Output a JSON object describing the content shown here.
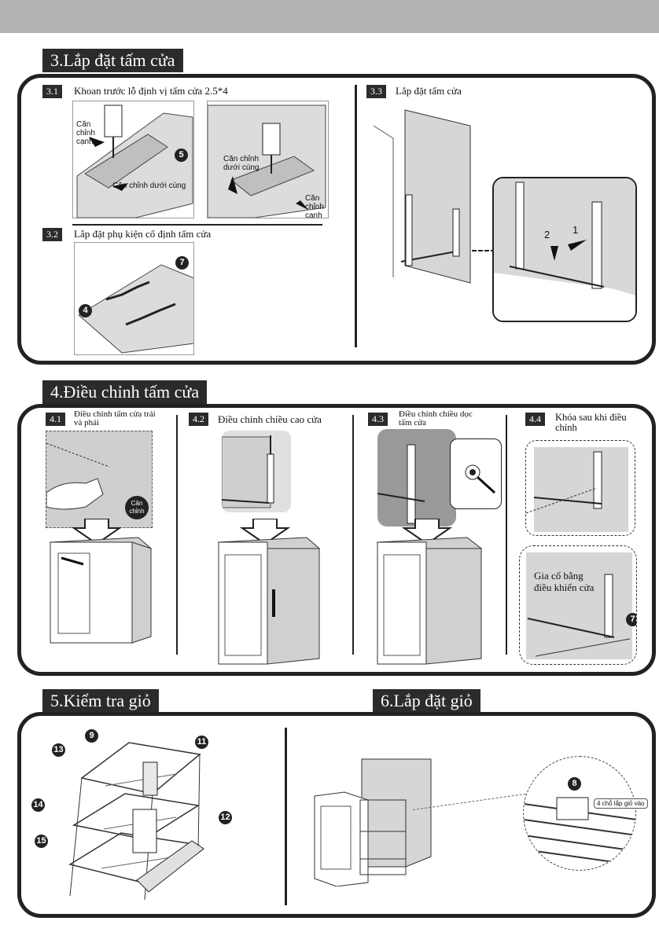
{
  "sections": {
    "s3": {
      "title": "3.Lắp đặt tấm cửa",
      "steps": {
        "s31": {
          "num": "3.1",
          "label": "Khoan trước lỗ định vị tấm cửa 2.5*4"
        },
        "s32": {
          "num": "3.2",
          "label": "Lắp đặt phụ kiện cố định tấm cửa"
        },
        "s33": {
          "num": "3.3",
          "label": "Lắp đặt tấm cửa"
        }
      },
      "callouts": {
        "can_chinh_canh_a": "Căn chỉnh cạnh",
        "can_chinh_duoi_cung_a": "Căn chỉnh dưới cùng",
        "can_chinh_duoi_cung_b": "Căn chỉnh dưới cùng",
        "can_chinh_canh_b": "Căn chỉnh cạnh",
        "arrow_1": "1",
        "arrow_2": "2"
      },
      "badges": {
        "b5": "5",
        "b7": "7",
        "b4": "4"
      }
    },
    "s4": {
      "title": "4.Điều chỉnh tấm cửa",
      "steps": {
        "s41": {
          "num": "4.1",
          "label": "Điều chỉnh tấm cửa trái và phải"
        },
        "s42": {
          "num": "4.2",
          "label": "Điều chỉnh chiều cao cửa"
        },
        "s43": {
          "num": "4.3",
          "label": "Điều chỉnh chiều dọc tấm cửa"
        },
        "s44": {
          "num": "4.4",
          "label": "Khóa sau khi điều chỉnh"
        }
      },
      "callouts": {
        "can_chinh": "Căn chỉnh",
        "gia_co": "Gia cố bằng điều khiển cửa"
      },
      "badges": {
        "b7": "7"
      }
    },
    "s5": {
      "title": "5.Kiểm tra giỏ",
      "badges": {
        "b9": "9",
        "b11": "11",
        "b12": "12",
        "b13": "13",
        "b14": "14",
        "b15": "15"
      }
    },
    "s6": {
      "title": "6.Lắp đặt giỏ",
      "badges": {
        "b8": "8"
      },
      "tag": "4 chỗ lắp giỏ vào"
    }
  },
  "colors": {
    "topbar": "#b3b3b3",
    "title_bg": "#2b2b2b",
    "panel_border": "#222222",
    "board_fill": "#d6d6d6"
  }
}
